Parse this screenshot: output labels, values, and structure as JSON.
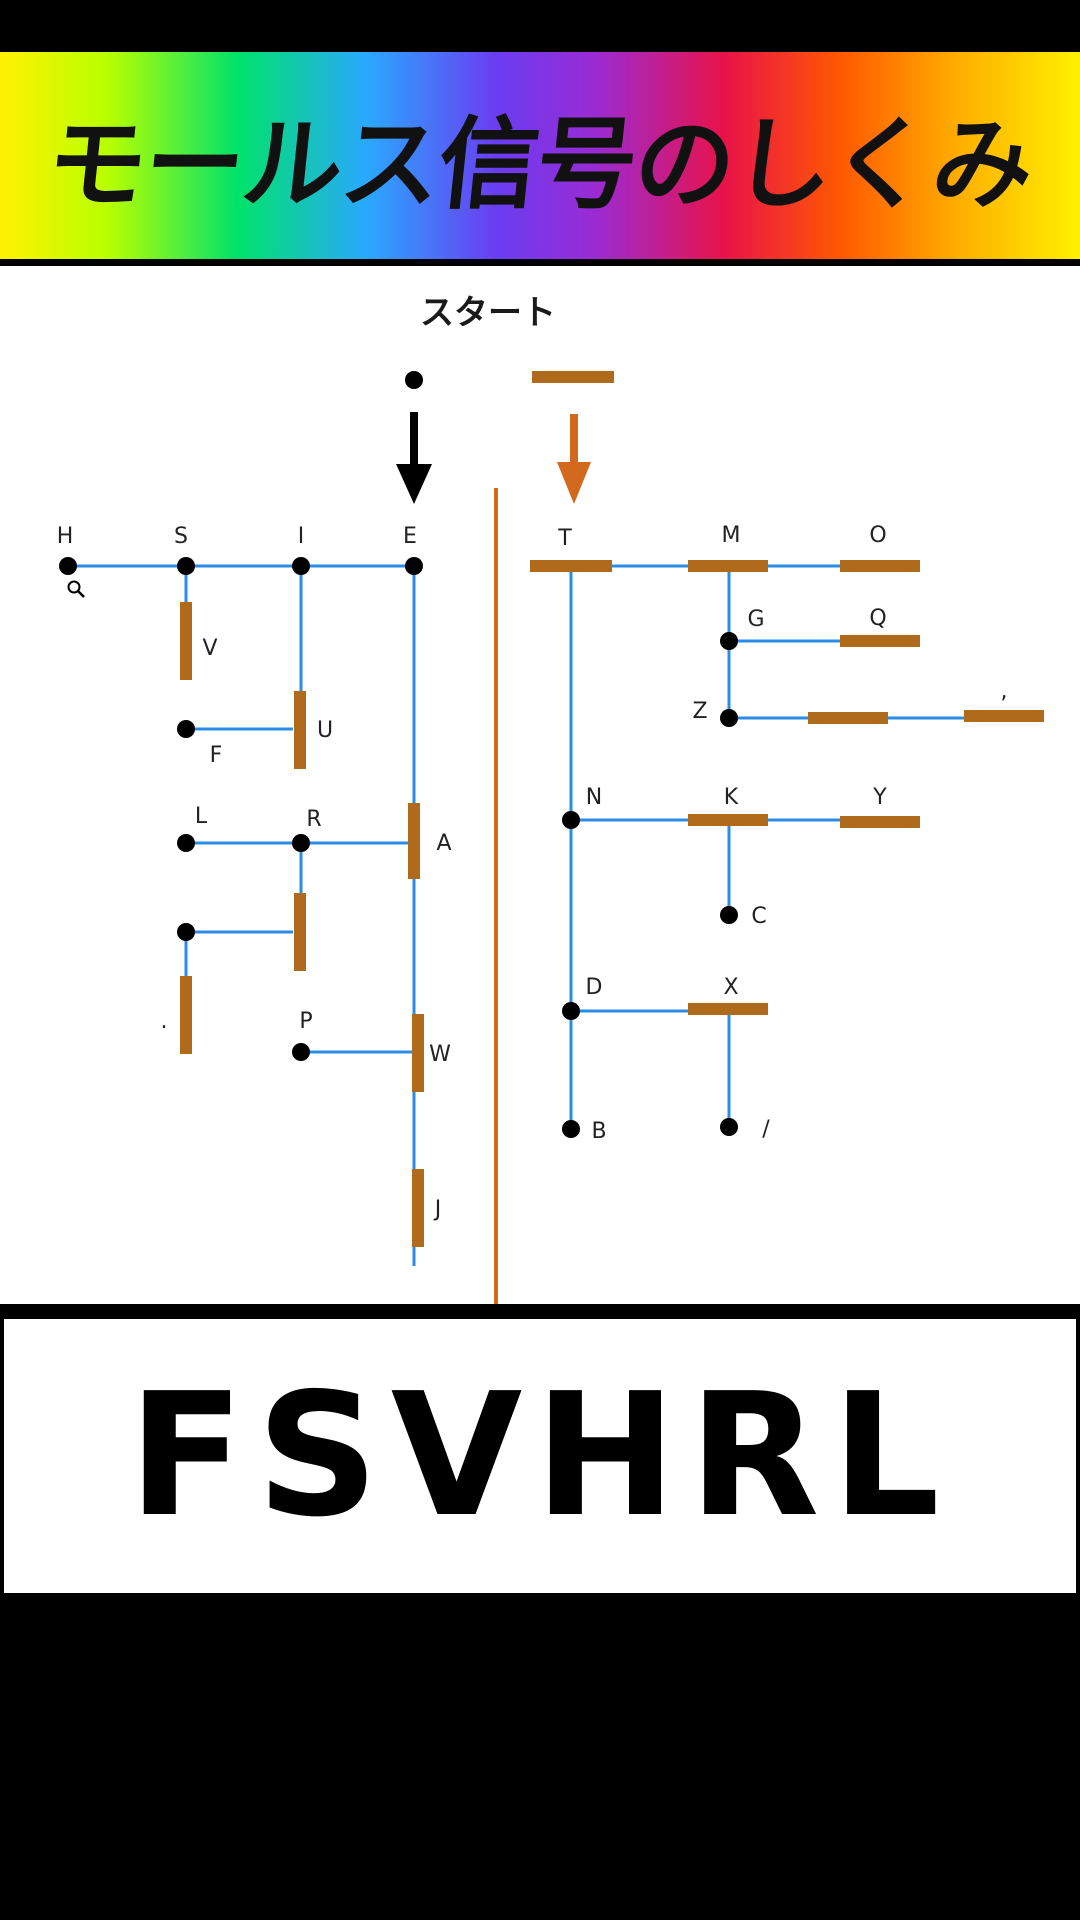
{
  "title": "モールス信号のしくみ",
  "diagram": {
    "start_label": "スタート",
    "colors": {
      "line": "#2a8ce6",
      "dash": "#b06a1c",
      "dot": "#000000",
      "divider": "#d2691e",
      "arrow_right": "#d2691e"
    },
    "letters": {
      "H": "H",
      "S": "S",
      "I": "I",
      "E": "E",
      "V": "V",
      "U": "U",
      "F": "F",
      "L": "L",
      "R": "R",
      "A": "A",
      "P": "P",
      "W": "W",
      "J": "J",
      "T": "T",
      "M": "M",
      "O": "O",
      "G": "G",
      "Q": "Q",
      "Z": "Z",
      "N": "N",
      "K": "K",
      "Y": "Y",
      "C": "C",
      "D": "D",
      "X": "X",
      "B": "B",
      "comma": ",",
      "period": ".",
      "slash": "/"
    }
  },
  "answer": "FSVHRL"
}
